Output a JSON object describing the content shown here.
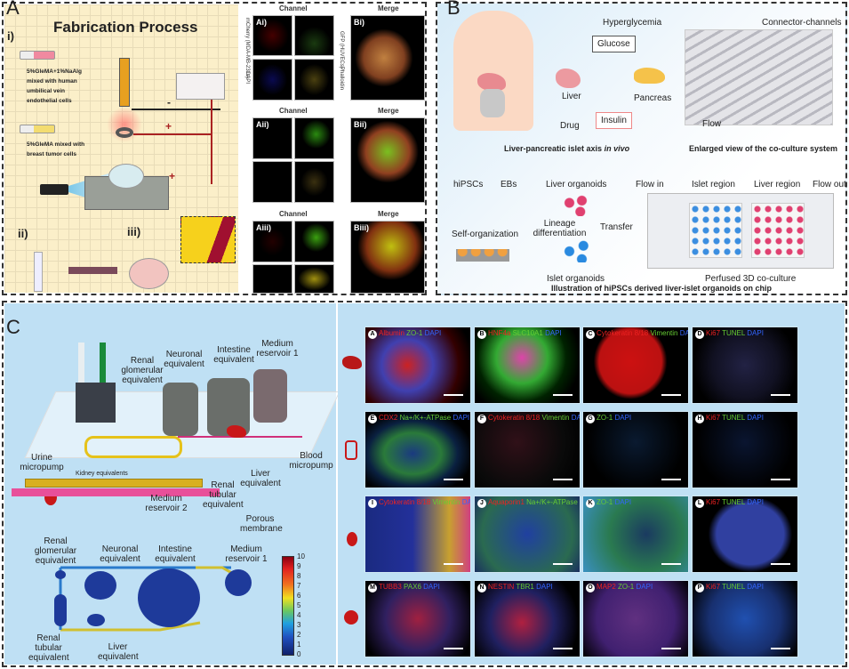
{
  "panel_a": {
    "letter": "A",
    "title": "Fabrication Process",
    "step_i": "i)",
    "step_ii": "ii)",
    "step_iii": "iii)",
    "syringe1": "5%GleMA+1%NaAlg mixed with human umbilical vein endothelial cells",
    "syringe2": "5%GleMA mixed with breast tumor cells",
    "minus": "-",
    "plus": "+",
    "blocks": [
      {
        "ch": "Channel",
        "merge": "Merge",
        "a": "Ai)",
        "b": "Bi)"
      },
      {
        "ch": "Channel",
        "merge": "Merge",
        "a": "Aii)",
        "b": "Bii)"
      },
      {
        "ch": "Channel",
        "merge": "Merge",
        "a": "Aiii)",
        "b": "Biii)"
      }
    ],
    "row_labels": {
      "mcherry": "mCherry (MDA-MB-231s)",
      "dapi": "DAPI",
      "gfp": "GFP (HUVECs)",
      "phalloidin": "Phalloidin"
    }
  },
  "panel_b": {
    "letter": "B",
    "hyperglycemia": "Hyperglycemia",
    "glucose": "Glucose",
    "liver": "Liver",
    "pancreas": "Pancreas",
    "insulin": "Insulin",
    "drug": "Drug",
    "axis_caption": "Liver-pancreatic islet  axis",
    "axis_caption_em": "in vivo",
    "connector": "Connector-channels",
    "flow": "Flow",
    "enlarged_caption": "Enlarged  view of the co-culture system",
    "hipscs": "hiPSCs",
    "ebs": "EBs",
    "liver_organoids": "Liver organoids",
    "lineage": "Lineage differentiation",
    "self_org": "Self-organization",
    "transfer": "Transfer",
    "islet_organoids": "Islet organoids",
    "flow_in": "Flow in",
    "islet_region": "Islet region",
    "liver_region": "Liver region",
    "flow_out": "Flow out",
    "perfused": "Perfused 3D co-culture",
    "illustration": "Illustration of hiPSCs derived liver-islet organoids on chip"
  },
  "panel_c": {
    "letter": "C",
    "labels": {
      "renal_glom": "Renal glomerular equivalent",
      "neuronal": "Neuronal equivalent",
      "intestine": "Intestine equivalent",
      "reservoir1": "Medium reservoir 1",
      "urine": "Urine micropump",
      "blood": "Blood micropump",
      "liver": "Liver equivalent",
      "renal_tub": "Renal tubular equivalent",
      "reservoir2": "Medium reservoir 2",
      "kidney": "Kidney equivalents",
      "porous": "Porous membrane"
    },
    "colorbar": {
      "ticks": [
        "10",
        "9",
        "8",
        "7",
        "6",
        "5",
        "4",
        "3",
        "2",
        "1",
        "0"
      ]
    },
    "tiles": [
      {
        "id": "A",
        "m": [
          [
            "Albumin",
            "r"
          ],
          [
            "ZO-1",
            "g"
          ],
          [
            "DAPI",
            "b"
          ]
        ],
        "bg": "radial-gradient(circle at 40% 50%,#c22 0,#4040b0 35%,#300 70%,#000 90%)"
      },
      {
        "id": "B",
        "m": [
          [
            "HNF4a",
            "r"
          ],
          [
            "SLC10A1",
            "g"
          ],
          [
            "DAPI",
            "b"
          ]
        ],
        "bg": "radial-gradient(circle at 45% 40%,#d4a 0,#3a3 35%,#020 60%,#000 80%)"
      },
      {
        "id": "C",
        "m": [
          [
            "Cytokeratin 8/18",
            "r"
          ],
          [
            "Vimentin",
            "g"
          ],
          [
            "DAPI",
            "b"
          ]
        ],
        "bg": "radial-gradient(ellipse 35% 50% at 45% 45%,#c11 0,#b11 85%,#000 100%)"
      },
      {
        "id": "D",
        "m": [
          [
            "Ki67",
            "r"
          ],
          [
            "TUNEL",
            "g"
          ],
          [
            "DAPI",
            "b"
          ]
        ],
        "bg": "radial-gradient(circle at 50% 50%,#224 0,#112 50%,#000 80%)"
      },
      {
        "id": "E",
        "m": [
          [
            "CDX2",
            "r"
          ],
          [
            "Na+/K+-ATPase",
            "g"
          ],
          [
            "DAPI",
            "b"
          ]
        ],
        "bg": "radial-gradient(ellipse at 45% 55%,#1a3a80 0,#2a7a3a 35%,#0a2040 55%,#000 75%)"
      },
      {
        "id": "F",
        "m": [
          [
            "Cytokeratin 8/18",
            "r"
          ],
          [
            "Vimentin",
            "g"
          ],
          [
            "DAPI",
            "b"
          ]
        ],
        "bg": "radial-gradient(circle at 40% 40%,#301018 0,#0a0a0a 60%,#000 90%)"
      },
      {
        "id": "G",
        "m": [
          [
            "ZO-1",
            "g"
          ],
          [
            "DAPI",
            "b"
          ]
        ],
        "bg": "radial-gradient(circle at 50% 40%,#0a1a30 0,#000 70%)"
      },
      {
        "id": "H",
        "m": [
          [
            "Ki67",
            "r"
          ],
          [
            "TUNEL",
            "g"
          ],
          [
            "DAPI",
            "b"
          ]
        ],
        "bg": "radial-gradient(circle at 50% 40%,#0a1530 0,#000 70%)"
      },
      {
        "id": "I",
        "m": [
          [
            "Cytokeratin 8/18",
            "r"
          ],
          [
            "Vimentin",
            "g"
          ],
          [
            "DAPI",
            "b"
          ]
        ],
        "bg": "linear-gradient(90deg,#1a2a80 0,#23309a 45%,#c8a030 80%,#d04080 100%)"
      },
      {
        "id": "J",
        "m": [
          [
            "Aquaporin1",
            "r"
          ],
          [
            "Na+/K+-ATPase",
            "g"
          ],
          [
            "DAPI",
            "b"
          ]
        ],
        "bg": "radial-gradient(circle at 50% 50%,#2040a0 0,#2a6a50 70%,#1a3060 100%)"
      },
      {
        "id": "K",
        "m": [
          [
            "ZO-1",
            "g"
          ],
          [
            "DAPI",
            "b"
          ]
        ],
        "bg": "radial-gradient(circle at 60% 50%,#1a3a60 0,#2a7a50 50%,#3a90c0 100%)"
      },
      {
        "id": "L",
        "m": [
          [
            "Ki67",
            "r"
          ],
          [
            "TUNEL",
            "g"
          ],
          [
            "DAPI",
            "b"
          ]
        ],
        "bg": "radial-gradient(ellipse 40% 50% at 55% 50%,#3040a0 0,#3040a0 80%,#000 100%)"
      },
      {
        "id": "M",
        "m": [
          [
            "TUBB3",
            "r"
          ],
          [
            "PAX6",
            "g"
          ],
          [
            "DAPI",
            "b"
          ]
        ],
        "bg": "radial-gradient(circle at 50% 50%,#a02040 0,#302060 50%,#000 90%)"
      },
      {
        "id": "N",
        "m": [
          [
            "NESTIN",
            "r"
          ],
          [
            "TBR1",
            "g"
          ],
          [
            "DAPI",
            "b"
          ]
        ],
        "bg": "radial-gradient(circle at 45% 55%,#b02040 0,#202060 45%,#000 80%)"
      },
      {
        "id": "O",
        "m": [
          [
            "MAP2",
            "r"
          ],
          [
            "ZO-1",
            "g"
          ],
          [
            "DAPI",
            "b"
          ]
        ],
        "bg": "radial-gradient(circle at 50% 50%,#603080 0,#402070 60%,#000 100%)"
      },
      {
        "id": "P",
        "m": [
          [
            "Ki67",
            "r"
          ],
          [
            "TUNEL",
            "g"
          ],
          [
            "DAPI",
            "b"
          ]
        ],
        "bg": "radial-gradient(circle at 50% 50%,#2050b0 0,#183070 55%,#000 95%)"
      }
    ]
  }
}
